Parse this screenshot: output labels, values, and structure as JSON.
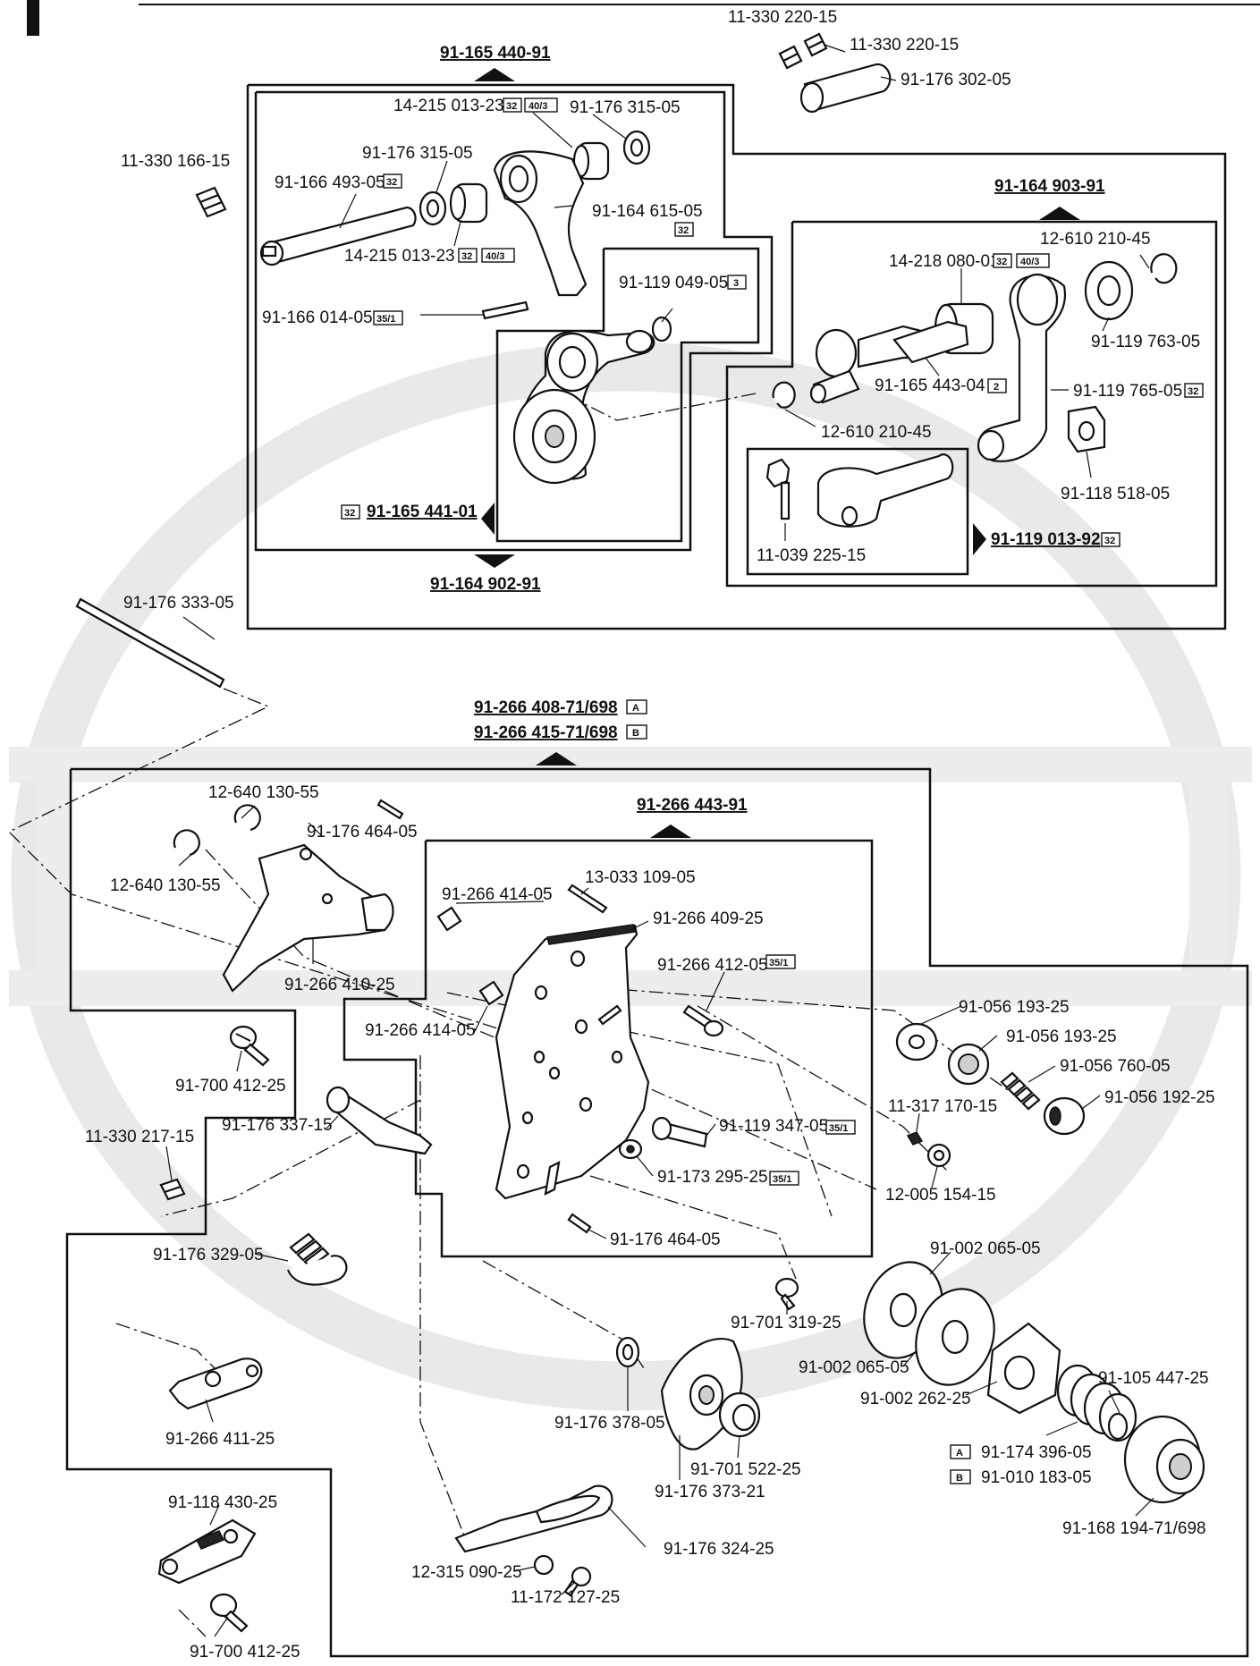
{
  "assemblies": {
    "a1": "91-165 440-91",
    "a2": "91-164 903-91",
    "a3": "91-164 902-91",
    "a4": "91-165 441-01",
    "a5": "91-119 013-92",
    "a6": "91-266 408-71/698",
    "a7": "91-266 415-71/698",
    "a8": "91-266 443-91"
  },
  "badges": {
    "b32": "32",
    "b40_3": "40/3",
    "b35_1": "35/1",
    "b3": "3",
    "b2": "2",
    "bA": "A",
    "bB": "B"
  },
  "parts": {
    "p01": "11-330 220-15",
    "p02": "11-330 220-15",
    "p03": "91-176 302-05",
    "p04": "14-215 013-23",
    "p05": "91-176 315-05",
    "p06": "11-330 166-15",
    "p07": "91-176 315-05",
    "p08": "91-166 493-05",
    "p09": "91-164 615-05",
    "p10": "14-215 013-23",
    "p11": "91-119 049-05",
    "p12": "91-166 014-05",
    "p13": "12-610 210-45",
    "p14": "14-218 080-01",
    "p15": "91-119 763-05",
    "p16": "91-165 443-04",
    "p17": "91-119 765-05",
    "p18": "12-610 210-45",
    "p19": "91-118 518-05",
    "p20": "11-039 225-15",
    "p21": "91-176 333-05",
    "p22": "12-640 130-55",
    "p23": "91-176 464-05",
    "p24": "12-640 130-55",
    "p25": "13-033 109-05",
    "p26": "91-266 414-05",
    "p27": "91-266 409-25",
    "p28": "91-266 410-25",
    "p29": "91-266 412-05",
    "p30": "91-056 193-25",
    "p31": "91-266 414-05",
    "p32": "91-056 193-25",
    "p33": "91-056 760-05",
    "p34": "91-700 412-25",
    "p35": "91-056 192-25",
    "p36": "11-317 170-15",
    "p37": "91-176 337-15",
    "p38": "91-119 347-05",
    "p39": "11-330 217-15",
    "p40": "91-173 295-25",
    "p41": "12-005 154-15",
    "p42": "91-176 464-05",
    "p43": "91-002 065-05",
    "p44": "91-176 329-05",
    "p45": "91-701 319-25",
    "p46": "91-002 065-05",
    "p47": "91-105 447-25",
    "p48": "91-002 262-25",
    "p49": "91-176 378-05",
    "p50": "91-266 411-25",
    "p51": "91-174 396-05",
    "p52": "91-701 522-25",
    "p53": "91-010 183-05",
    "p54": "91-176 373-21",
    "p55": "91-118 430-25",
    "p56": "91-168 194-71/698",
    "p57": "91-176 324-25",
    "p58": "12-315 090-25",
    "p59": "11-172 127-25",
    "p60": "91-700 412-25"
  }
}
